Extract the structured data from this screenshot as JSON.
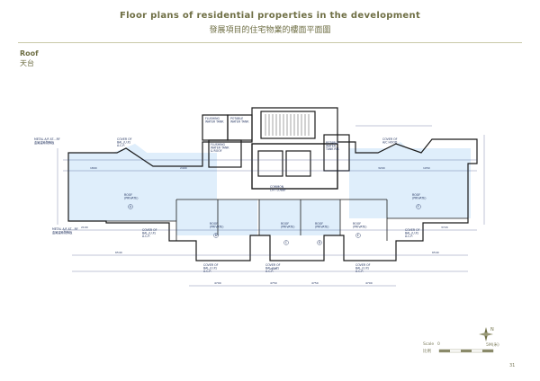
{
  "header": {
    "title_en": "Floor plans of residential properties in the development",
    "title_zh": "發展項目的住宅物業的樓面平面圖"
  },
  "section": {
    "name_en": "Roof",
    "name_zh": "天台"
  },
  "plan": {
    "labels": {
      "roof_private": "ROOF\n(PRIVATE)",
      "cover_ac": "COVER OF\nBAL./U.P./\nA.C.P.",
      "flushing_tank": "FLUSHING\nWATER TANK",
      "potable_tank": "POTABLE\nWATER TANK",
      "flushing_tank_roof": "FLUSHING\nWATER TANK\n& ROOF",
      "potable_tank_room": "POTABLE\nWATER\nTANK RM.",
      "common_lobby": "COMMON\nLIFT LOBBY",
      "metal_at": "METAL A/F AT…RF",
      "metal_at_zh": "金屬建築物飾板",
      "cover_ac_hood": "COVER OF\nA/C HOOD"
    },
    "units": [
      "A",
      "B",
      "C",
      "D",
      "E",
      "F"
    ],
    "dims": [
      "6540",
      "4700",
      "4750",
      "4750",
      "4700",
      "6540",
      "7105",
      "1800",
      "2400",
      "3200",
      "1050",
      "2100",
      "3720"
    ]
  },
  "scale": {
    "label_en": "Scale",
    "label_zh": "比例",
    "start": "0",
    "end": "5M(米)",
    "north": "N"
  },
  "page_number": "31"
}
